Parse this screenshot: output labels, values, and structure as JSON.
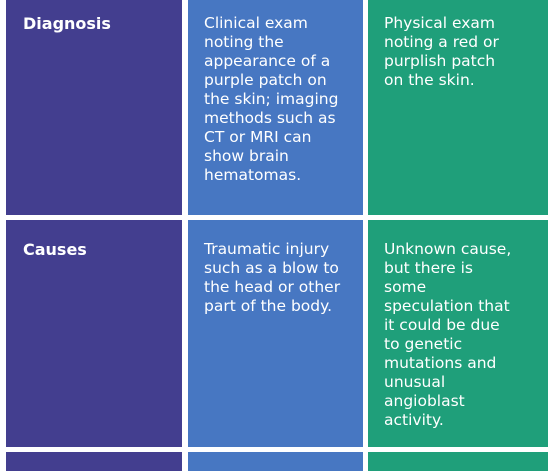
{
  "table": {
    "rows": [
      {
        "label": "Diagnosis",
        "col_a": "Clinical exam\nnoting the\nappearance of a\npurple patch on\nthe skin; imaging\nmethods such as\nCT or MRI can\nshow brain\nhematomas.",
        "col_b": "Physical exam\nnoting a red or\npurplish patch\non the skin."
      },
      {
        "label": "Causes",
        "col_a": "Traumatic injury\nsuch as a blow to\nthe head or other\npart of the body.",
        "col_b": "Unknown cause,\nbut there is\nsome\nspeculation that\nit could be due\nto genetic\nmutations and\nunusual\nangioblast\nactivity."
      }
    ]
  },
  "colors": {
    "label_column": "#433e8f",
    "column_a": "#4777c2",
    "column_b": "#1f9f7a"
  }
}
